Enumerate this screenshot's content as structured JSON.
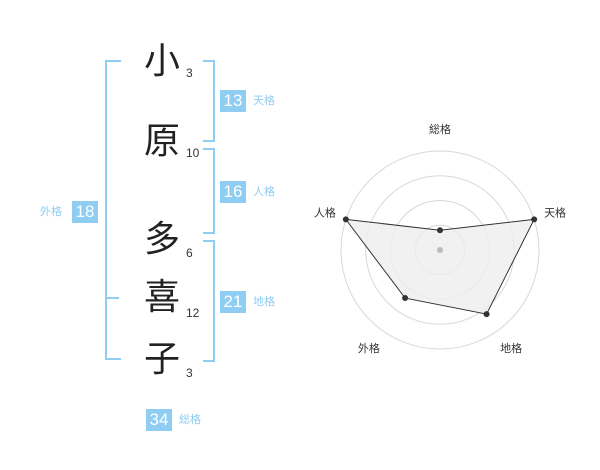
{
  "name": {
    "chars": [
      {
        "char": "小",
        "strokes": "3"
      },
      {
        "char": "原",
        "strokes": "10"
      },
      {
        "char": "多",
        "strokes": "6"
      },
      {
        "char": "喜",
        "strokes": "12"
      },
      {
        "char": "子",
        "strokes": "3"
      }
    ]
  },
  "kakusu": {
    "tenkaku": {
      "value": "13",
      "label": "天格"
    },
    "jinkaku": {
      "value": "16",
      "label": "人格"
    },
    "chikaku": {
      "value": "21",
      "label": "地格"
    },
    "gaikaku": {
      "value": "18",
      "label": "外格"
    },
    "soukaku": {
      "value": "34",
      "label": "総格"
    }
  },
  "colors": {
    "accent": "#8fcdf2",
    "radar_fill": "#eeeeee",
    "radar_grid": "#d8d8d8"
  },
  "chart_data": {
    "type": "radar",
    "axes": [
      "総格",
      "天格",
      "地格",
      "外格",
      "人格"
    ],
    "values": [
      0.2,
      1.0,
      0.8,
      0.6,
      1.0
    ],
    "rings": 4
  }
}
